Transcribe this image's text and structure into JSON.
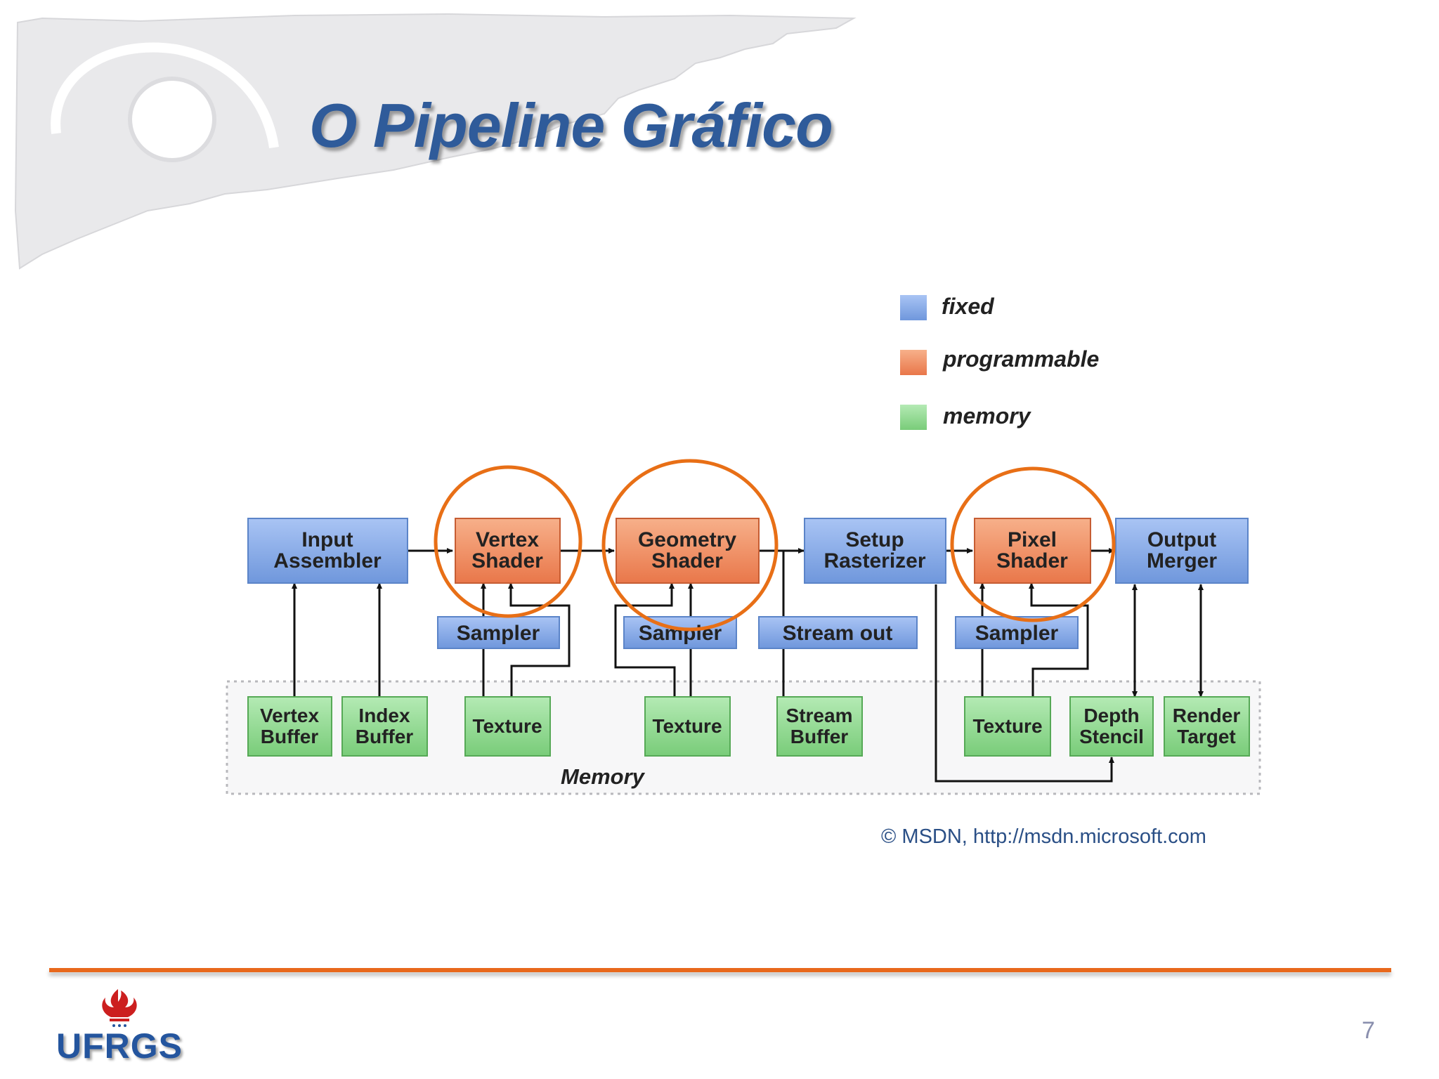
{
  "slide": {
    "title": "O Pipeline Gráfico",
    "copyright": "© MSDN, http://msdn.microsoft.com",
    "page_number": "7",
    "logo_text": "UFRGS"
  },
  "colors": {
    "title": "#2f5b9a",
    "fixed": "#7ea5e6",
    "programmable": "#ef8a5c",
    "memory": "#8ed88e",
    "highlight_circle": "#e86f16",
    "accent_line": "#e8681c"
  },
  "legend": {
    "fixed": "fixed",
    "programmable": "programmable",
    "memory": "memory"
  },
  "pipeline": {
    "input_assembler": [
      "Input",
      "Assembler"
    ],
    "vertex_shader": [
      "Vertex",
      "Shader"
    ],
    "geometry_shader": [
      "Geometry",
      "Shader"
    ],
    "setup_rasterizer": [
      "Setup",
      "Rasterizer"
    ],
    "pixel_shader": [
      "Pixel",
      "Shader"
    ],
    "output_merger": [
      "Output",
      "Merger"
    ]
  },
  "mid_row": {
    "sampler_1": "Sampler",
    "sampler_2": "Sampler",
    "stream_out": "Stream out",
    "sampler_3": "Sampler"
  },
  "memory_row": {
    "vertex_buffer": [
      "Vertex",
      "Buffer"
    ],
    "index_buffer": [
      "Index",
      "Buffer"
    ],
    "texture_1": "Texture",
    "texture_2": "Texture",
    "stream_buffer": [
      "Stream",
      "Buffer"
    ],
    "texture_3": "Texture",
    "depth_stencil": [
      "Depth",
      "Stencil"
    ],
    "render_target": [
      "Render",
      "Target"
    ]
  },
  "memory_label": "Memory",
  "highlights": [
    "vertex_shader",
    "geometry_shader",
    "pixel_shader"
  ]
}
